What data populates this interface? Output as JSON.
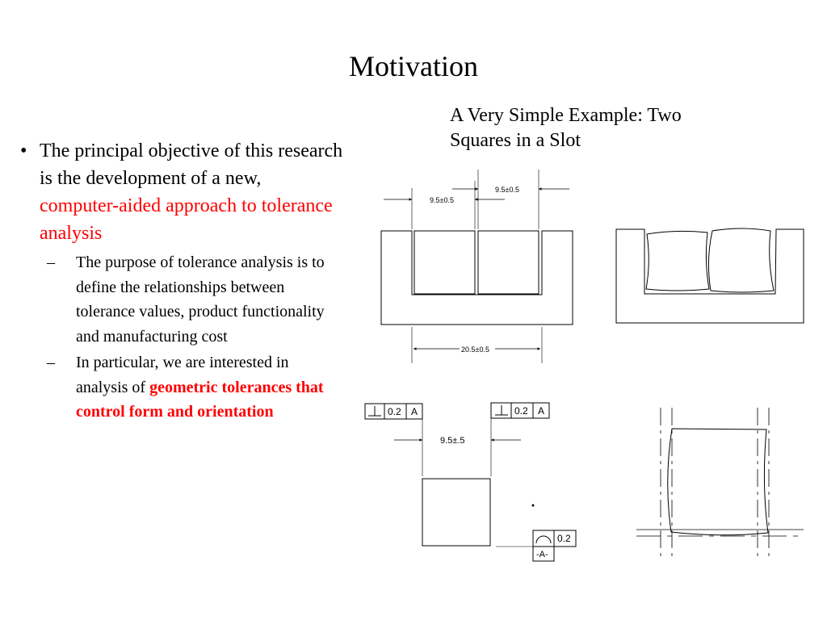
{
  "slide": {
    "title": "Motivation",
    "subtitle": "A Very Simple Example: Two Squares in a Slot"
  },
  "bullet1": {
    "text": "The principal objective of this research is the development of a new, ",
    "highlight": "computer-aided approach to tolerance analysis"
  },
  "sub1": {
    "text": "The purpose of tolerance analysis is to define the relationships between tolerance values, product functionality and manufacturing cost"
  },
  "sub2": {
    "text": "In particular, we are interested in analysis of ",
    "highlight": "geometric tolerances that control form and orientation"
  },
  "glyphs": {
    "bullet": "•",
    "dash": "–"
  },
  "drawing": {
    "dim_left": "9.5±0.5",
    "dim_right": "9.5±0.5",
    "dim_slot": "20.5±0.5",
    "dim_square": "9.5±.5",
    "fcf_left_value": "0.2",
    "fcf_left_datum": "A",
    "fcf_right_value": "0.2",
    "fcf_right_datum": "A",
    "fcf_bottom_value": "0.2",
    "datum_label": "-A-"
  },
  "icons": [
    "perpendicularity-icon",
    "profile-icon"
  ]
}
